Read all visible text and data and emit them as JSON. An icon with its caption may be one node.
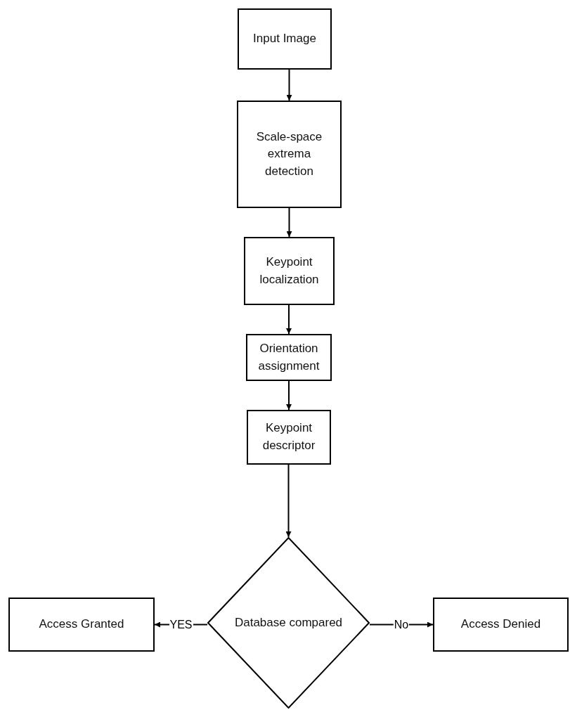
{
  "diagram": {
    "nodes": [
      {
        "text": [
          "Input Image"
        ]
      },
      {
        "text": [
          "Scale-space extrema detection"
        ]
      },
      {
        "text": [
          "Keypoint localization"
        ]
      },
      {
        "text": [
          "Orientation assignment"
        ]
      },
      {
        "text": [
          "Keypoint descriptor"
        ]
      },
      {
        "text": [
          "Database compared"
        ]
      },
      {
        "text": [
          "Access Granted"
        ]
      },
      {
        "text": [
          "Access Denied"
        ]
      }
    ],
    "edges": [
      {
        "from": 0,
        "to": 1,
        "arrow": "to"
      },
      {
        "from": 1,
        "to": 2,
        "arrow": "to"
      },
      {
        "from": 2,
        "to": 3,
        "arrow": "to"
      },
      {
        "from": 3,
        "to": 4,
        "arrow": "to"
      },
      {
        "from": 4,
        "to": 5,
        "arrow": "to"
      },
      {
        "from": 5,
        "to": 6,
        "arrow": "to",
        "label": "YES"
      },
      {
        "from": 5,
        "to": 7,
        "arrow": "to",
        "label": "No"
      }
    ]
  }
}
